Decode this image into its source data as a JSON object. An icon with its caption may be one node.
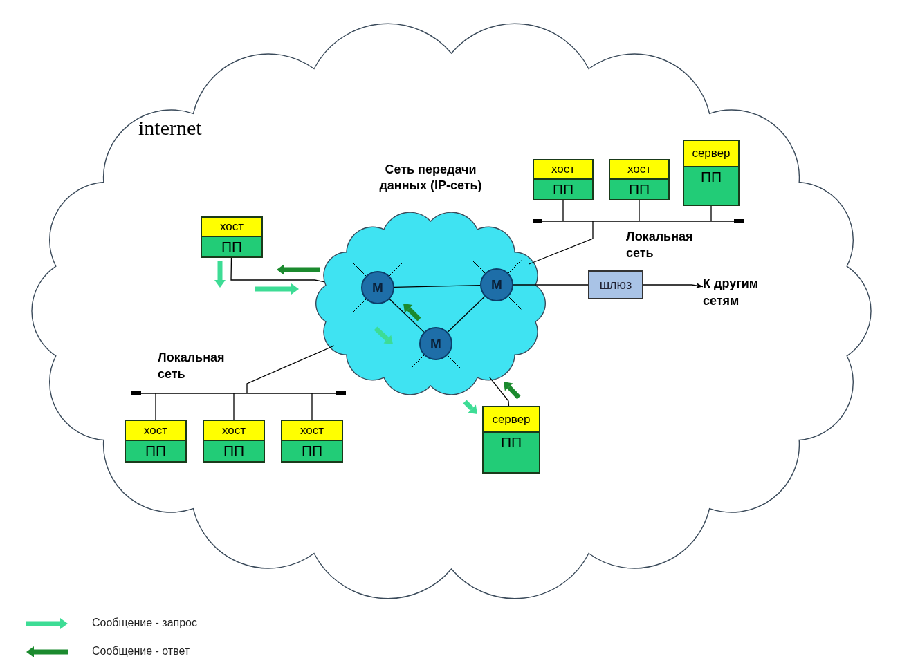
{
  "diagram": {
    "nodes": [
      {
        "text": [
          "internet"
        ]
      },
      {
        "text": [
          "Сеть передачи данных (IP-сеть)"
        ],
        "in": 0
      },
      {
        "text": [
          "М"
        ],
        "in": 1
      },
      {
        "text": [
          "М"
        ],
        "in": 1
      },
      {
        "text": [
          "М"
        ],
        "in": 1
      },
      {
        "text": [
          "хост",
          "ПП"
        ],
        "in": 0
      },
      {
        "text": [
          "хост",
          "ПП"
        ],
        "in": 0
      },
      {
        "text": [
          "хост",
          "ПП"
        ],
        "in": 0
      },
      {
        "text": [
          "сервер",
          "ПП"
        ],
        "in": 0
      },
      {
        "text": [],
        "shape": "bar",
        "beside": [
          "Локальная сеть"
        ],
        "in": 0
      },
      {
        "text": [
          "шлюз"
        ],
        "in": 0
      },
      {
        "text": [
          "К другим сетям"
        ],
        "in": 0
      },
      {
        "text": [],
        "shape": "bar",
        "beside": [
          "Локальная сеть"
        ],
        "in": 0
      },
      {
        "text": [
          "хост",
          "ПП"
        ],
        "in": 0
      },
      {
        "text": [
          "хост",
          "ПП"
        ],
        "in": 0
      },
      {
        "text": [
          "хост",
          "ПП"
        ],
        "in": 0
      },
      {
        "text": [
          "сервер",
          "ПП"
        ],
        "in": 0
      }
    ],
    "edges": [
      {
        "from": 2,
        "to": 3,
        "arrow": "none"
      },
      {
        "from": 2,
        "to": 4,
        "arrow": "none"
      },
      {
        "from": 3,
        "to": 4,
        "arrow": "none"
      },
      {
        "from": 5,
        "to": 1,
        "arrow": "none"
      },
      {
        "from": 6,
        "to": 9,
        "arrow": "none"
      },
      {
        "from": 7,
        "to": 9,
        "arrow": "none"
      },
      {
        "from": 8,
        "to": 9,
        "arrow": "none"
      },
      {
        "from": 9,
        "to": 1,
        "arrow": "none"
      },
      {
        "from": 3,
        "to": 10,
        "arrow": "none"
      },
      {
        "from": 10,
        "to": 11,
        "arrow": "to"
      },
      {
        "from": 12,
        "to": 1,
        "arrow": "none"
      },
      {
        "from": 13,
        "to": 12,
        "arrow": "none"
      },
      {
        "from": 14,
        "to": 12,
        "arrow": "none"
      },
      {
        "from": 15,
        "to": 12,
        "arrow": "none"
      },
      {
        "from": 16,
        "to": 1,
        "arrow": "none"
      }
    ],
    "legend": [
      {
        "text": "Сообщение - запрос"
      },
      {
        "text": "Сообщение - ответ"
      }
    ]
  }
}
